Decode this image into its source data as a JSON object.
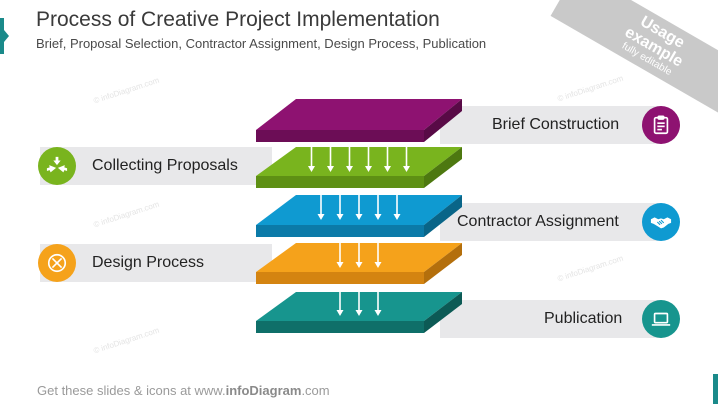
{
  "header": {
    "title": "Process of Creative Project Implementation",
    "subtitle": "Brief, Proposal Selection, Contractor Assignment, Design Process, Publication"
  },
  "badge": {
    "line1": "Usage",
    "line2": "example",
    "line3": "fully editable"
  },
  "watermark_text": "© infoDiagram.com",
  "steps": [
    {
      "label": "Brief Construction",
      "side": "right",
      "icon": "clipboard-icon",
      "color": "#8e1271"
    },
    {
      "label": "Collecting Proposals",
      "side": "left",
      "icon": "arrows-converge-icon",
      "color": "#79b41e"
    },
    {
      "label": "Contractor Assignment",
      "side": "right",
      "icon": "handshake-icon",
      "color": "#0f9ad1"
    },
    {
      "label": "Design Process",
      "side": "left",
      "icon": "pencil-ruler-icon",
      "color": "#f5a21b"
    },
    {
      "label": "Publication",
      "side": "right",
      "icon": "laptop-icon",
      "color": "#17958e"
    }
  ],
  "layer_colors": {
    "purple": "#8e1271",
    "green": "#79b41e",
    "blue": "#0f9ad1",
    "orange": "#f5a21b",
    "teal": "#17958e"
  },
  "arrow_counts": [
    6,
    5,
    3,
    3
  ],
  "footer": {
    "prefix": "Get these slides & icons at www.",
    "brand": "infoDiagram",
    "suffix": ".com"
  }
}
